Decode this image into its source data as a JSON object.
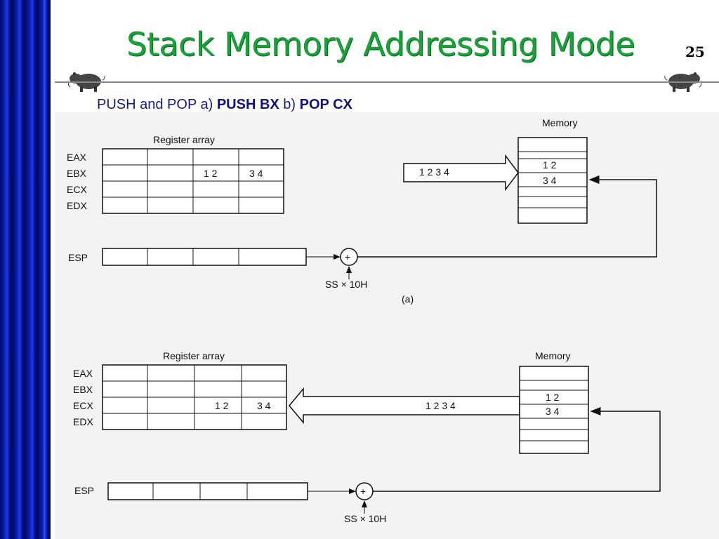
{
  "slide": {
    "title": "Stack Memory Addressing Mode",
    "number": "25",
    "subtitle_prefix": "PUSH and POP a)",
    "subtitle_a": "PUSH BX",
    "subtitle_mid": "b)",
    "subtitle_b": "POP CX"
  },
  "figure_a": {
    "register_array_label": "Register array",
    "registers": [
      "EAX",
      "EBX",
      "ECX",
      "EDX"
    ],
    "ebx_values": [
      "1 2",
      "3 4"
    ],
    "esp_label": "ESP",
    "memory_label": "Memory",
    "transfer_value": "1 2 3 4",
    "memory_values": [
      "1 2",
      "3 4"
    ],
    "ss_label": "SS × 10H",
    "plus_symbol": "+",
    "caption": "(a)"
  },
  "figure_b": {
    "register_array_label": "Register array",
    "registers": [
      "EAX",
      "EBX",
      "ECX",
      "EDX"
    ],
    "ecx_values": [
      "1 2",
      "3 4"
    ],
    "esp_label": "ESP",
    "memory_label": "Memory",
    "transfer_value": "1 2 3 4",
    "memory_values": [
      "1 2",
      "3 4"
    ],
    "ss_label": "SS × 10H",
    "plus_symbol": "+"
  },
  "colors": {
    "title_green": "#1aa23a",
    "sidebar_blue": "#0a1fb0",
    "subtitle_blue": "#1a1a80"
  }
}
